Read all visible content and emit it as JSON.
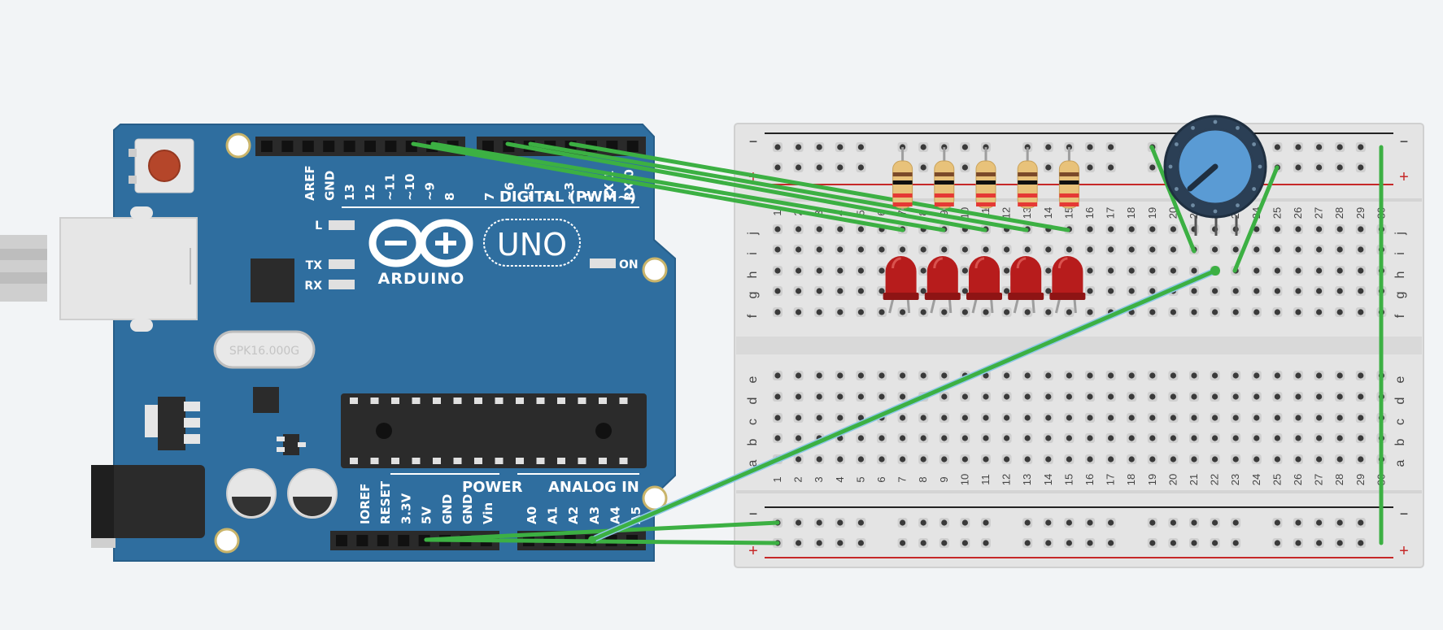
{
  "arduino": {
    "brand": "ARDUINO",
    "model": "UNO",
    "crystal_label": "SPK16.000G",
    "digital_header_label": "DIGITAL (PWM~)",
    "power_header_label": "POWER",
    "analog_header_label": "ANALOG IN",
    "digital_pins": [
      "AREF",
      "GND",
      "13",
      "12",
      "~11",
      "~10",
      "~9",
      "8",
      "7",
      "~6",
      "~5",
      "4",
      "~3",
      "2",
      "TX 1",
      "RX 0"
    ],
    "power_pins": [
      "IOREF",
      "RESET",
      "3.3V",
      "5V",
      "GND",
      "GND",
      "Vin"
    ],
    "analog_pins": [
      "A0",
      "A1",
      "A2",
      "A3",
      "A4",
      "A5"
    ],
    "led_labels": {
      "l": "L",
      "tx": "TX",
      "rx": "RX",
      "on": "ON"
    },
    "colors": {
      "board": "#2e6d9e",
      "header": "#2a2a2a",
      "label": "#ffffff"
    }
  },
  "breadboard": {
    "row_letters_top": [
      "j",
      "i",
      "h",
      "g",
      "f"
    ],
    "row_letters_bottom": [
      "e",
      "d",
      "c",
      "b",
      "a"
    ],
    "column_numbers": [
      "1",
      "2",
      "3",
      "4",
      "5",
      "6",
      "7",
      "8",
      "9",
      "10",
      "11",
      "12",
      "13",
      "14",
      "15",
      "16",
      "17",
      "18",
      "19",
      "20",
      "21",
      "22",
      "23",
      "24",
      "25",
      "26",
      "27",
      "28",
      "29",
      "30"
    ],
    "rail_minus": "−",
    "rail_plus": "+",
    "colors": {
      "body": "#e4e4e4",
      "rail_red": "#c62828",
      "rail_black": "#222222"
    }
  },
  "components": {
    "resistor_count": 5,
    "led_count": 5,
    "led_color": "#b71c1c",
    "potentiometer_knob_color": "#5a9bd4"
  },
  "wires": {
    "color": "#3cb043",
    "highlight_color": "#8fc8e8"
  }
}
